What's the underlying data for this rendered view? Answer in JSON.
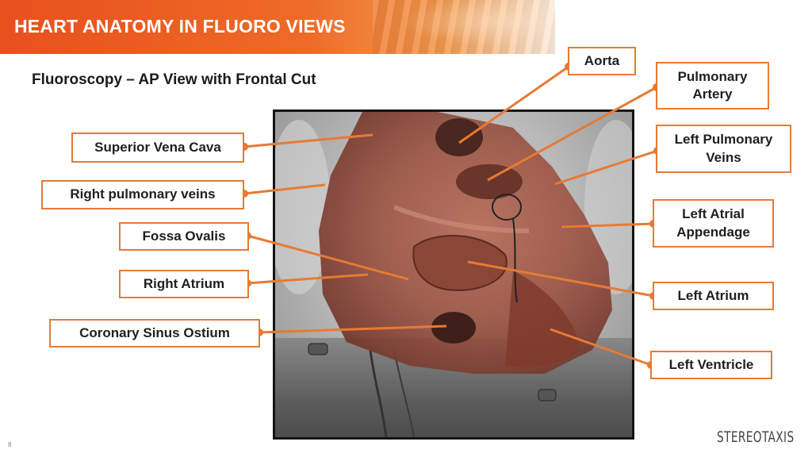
{
  "banner": {
    "title": "HEART ANATOMY IN FLUORO VIEWS"
  },
  "subtitle": "Fluoroscopy – AP View with Frontal Cut",
  "labels": {
    "svc": "Superior Vena Cava",
    "rpv": "Right pulmonary veins",
    "fossa": "Fossa Ovalis",
    "ra": "Right Atrium",
    "cs": "Coronary Sinus Ostium",
    "aorta": "Aorta",
    "pa": "Pulmonary\nArtery",
    "lpv": "Left Pulmonary\nVeins",
    "laa": "Left Atrial\nAppendage",
    "la": "Left Atrium",
    "lv": "Left Ventricle"
  },
  "footer": {
    "page_number": "8",
    "logo_text": "STEREOTAXIS"
  },
  "colors": {
    "accent": "#e77a34",
    "banner": "#e8501d"
  }
}
